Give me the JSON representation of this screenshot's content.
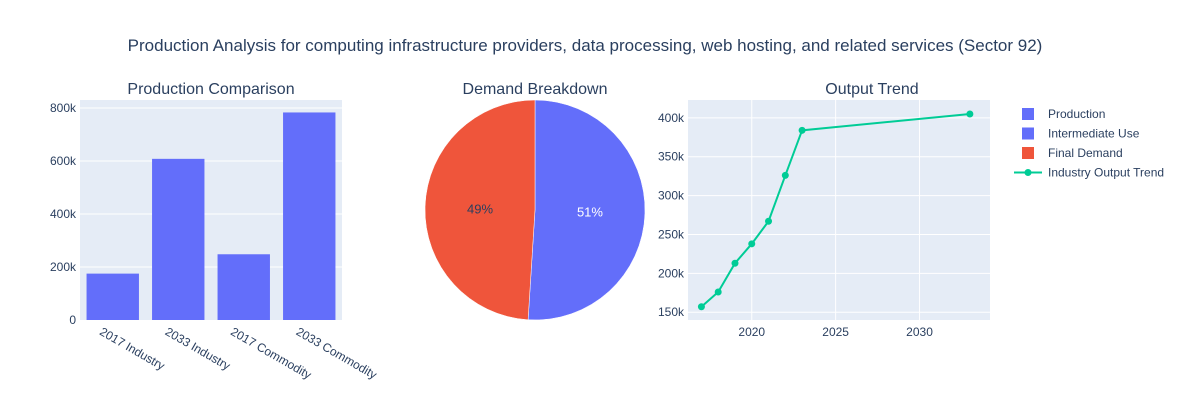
{
  "title": "Production Analysis for computing infrastructure providers, data processing, web hosting, and related services (Sector 92)",
  "colors": {
    "production": "#636efa",
    "intermediate": "#636efa",
    "final": "#ef553b",
    "trend": "#00cc96",
    "plot_bg": "#e5ecf6"
  },
  "legend": {
    "placement": "right",
    "items": [
      {
        "label": "Production",
        "type": "square",
        "color": "#636efa"
      },
      {
        "label": "Intermediate Use",
        "type": "square",
        "color": "#636efa"
      },
      {
        "label": "Final Demand",
        "type": "square",
        "color": "#ef553b"
      },
      {
        "label": "Industry Output Trend",
        "type": "line-marker",
        "color": "#00cc96"
      }
    ]
  },
  "chart_data": [
    {
      "type": "bar",
      "title": "Production Comparison",
      "categories": [
        "2017 Industry",
        "2033 Industry",
        "2017 Commodity",
        "2033 Commodity"
      ],
      "values": [
        175000,
        608000,
        248000,
        783000
      ],
      "ylim": [
        0,
        830000
      ],
      "yticks": [
        0,
        200000,
        400000,
        600000,
        800000
      ],
      "ytick_labels": [
        "0",
        "200k",
        "400k",
        "600k",
        "800k"
      ],
      "grid": true
    },
    {
      "type": "pie",
      "title": "Demand Breakdown",
      "labels": [
        "Intermediate Use",
        "Final Demand"
      ],
      "values": [
        51,
        49
      ],
      "display": [
        "51%",
        "49%"
      ]
    },
    {
      "type": "line",
      "title": "Output Trend",
      "series": [
        {
          "name": "Industry Output Trend",
          "x": [
            2017,
            2018,
            2019,
            2020,
            2021,
            2022,
            2023,
            2033
          ],
          "y": [
            157000,
            176000,
            213000,
            238000,
            267000,
            326000,
            384000,
            405000
          ]
        }
      ],
      "xlim": [
        2016.2,
        2034.2
      ],
      "ylim": [
        140000,
        423000
      ],
      "xticks": [
        2020,
        2025,
        2030
      ],
      "xtick_labels": [
        "2020",
        "2025",
        "2030"
      ],
      "yticks": [
        150000,
        200000,
        250000,
        300000,
        350000,
        400000
      ],
      "ytick_labels": [
        "150k",
        "200k",
        "250k",
        "300k",
        "350k",
        "400k"
      ],
      "grid": true
    }
  ]
}
